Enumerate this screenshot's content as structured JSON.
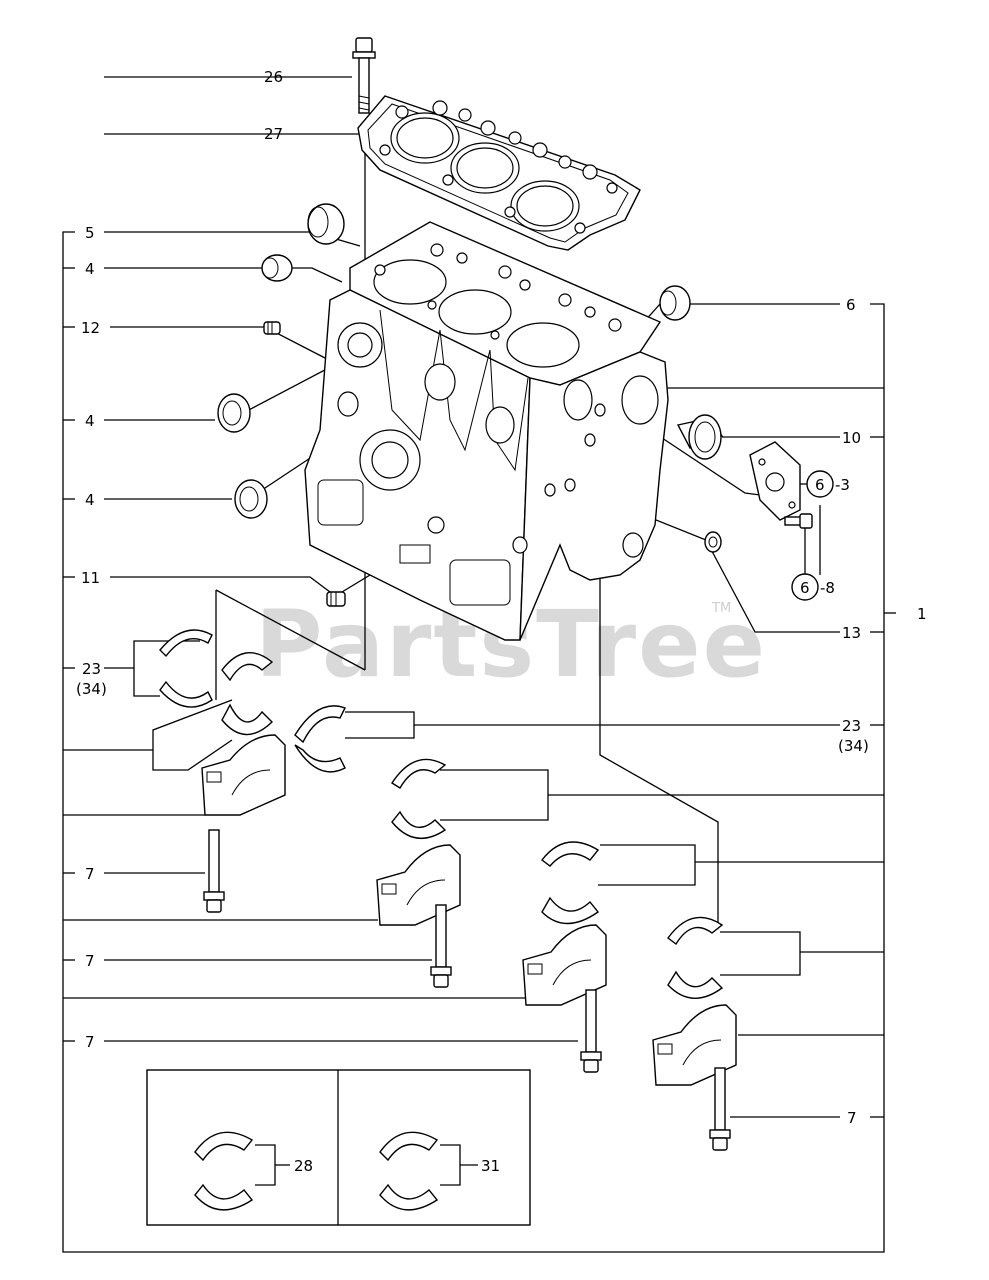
{
  "watermark": {
    "text": "PartsTree",
    "tm": "TM"
  },
  "callouts": {
    "c26": "26",
    "c27": "27",
    "c5": "5",
    "c4a": "4",
    "c12": "12",
    "c4b": "4",
    "c4c": "4",
    "c11": "11",
    "c23l": "23",
    "c23l_alt": "(34)",
    "c6": "6",
    "c10": "10",
    "c6_3_num": "6",
    "c6_3_sub": "-3",
    "c6_8_num": "6",
    "c6_8_sub": "-8",
    "c13": "13",
    "c1": "1",
    "c23r": "23",
    "c23r_alt": "(34)",
    "c7a": "7",
    "c7b": "7",
    "c7c": "7",
    "c7d": "7",
    "c28": "28",
    "c31": "31"
  }
}
